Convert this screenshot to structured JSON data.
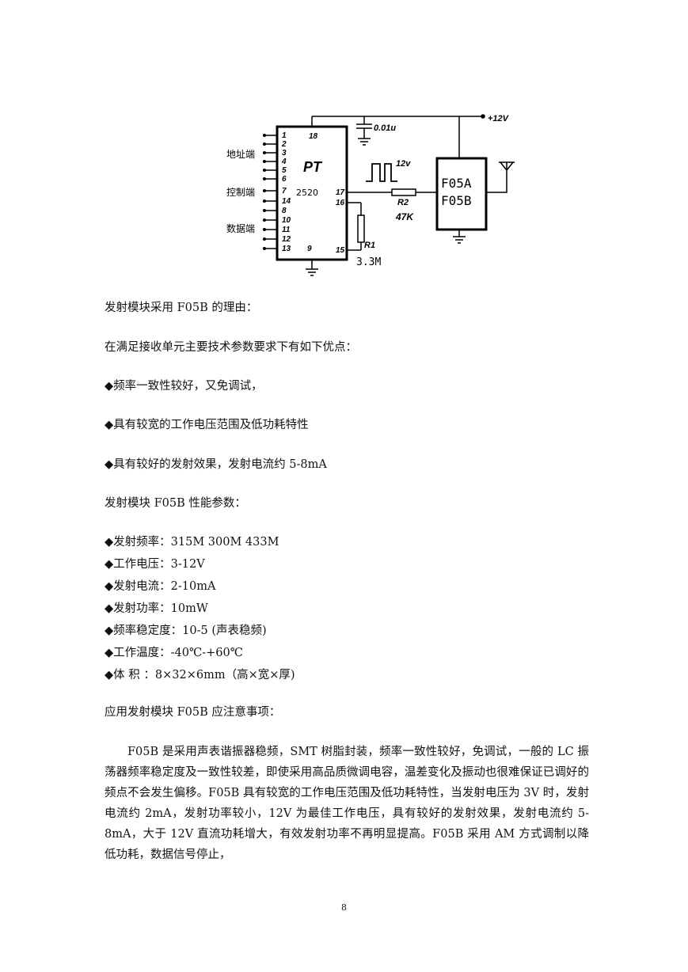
{
  "circuit": {
    "chip_name": "PT",
    "chip_model": "2520",
    "capacitor": "0.01u",
    "supply": "+12V",
    "pulse_label": "12v",
    "r2_name": "R2",
    "r2_value": "47K",
    "r1_name": "R1",
    "r1_value": "3.3M",
    "module_line1": "F05A",
    "module_line2": "F05B",
    "label_address": "地址端",
    "label_control": "控制端",
    "label_data": "数据端",
    "left_pins": [
      "1",
      "2",
      "3",
      "4",
      "5",
      "6",
      "7",
      "14",
      "8",
      "10",
      "11",
      "12",
      "13"
    ],
    "pin_18": "18",
    "pin_17": "17",
    "pin_16": "16",
    "pin_9": "9",
    "pin_15": "15"
  },
  "text": {
    "reason_heading": "发射模块采用 F05B 的理由：",
    "advantages_intro": "在满足接收单元主要技术参数要求下有如下优点：",
    "adv1": "◆频率一致性较好，又免调试，",
    "adv2": "◆具有较宽的工作电压范围及低功耗特性",
    "adv3": "◆具有较好的发射效果，发射电流约 5-8mA",
    "params_heading": "发射模块 F05B 性能参数：",
    "p1": "◆发射频率：315M 300M 433M",
    "p2": "◆工作电压：3-12V",
    "p3": "◆发射电流：2-10mA",
    "p4": "◆发射功率：10mW",
    "p5": "◆频率稳定度：10-5  (声表稳频)",
    "p6": "◆工作温度：-40℃-+60℃",
    "p7": "◆体  积  ：8×32×6mm（高×宽×厚)",
    "notes_heading": "应用发射模块 F05B 应注意事项：",
    "notes_paragraph": "F05B 是采用声表谐振器稳频，SMT 树脂封装，频率一致性较好，免调试，一般的 LC 振荡器频率稳定度及一致性较差，即使采用高品质微调电容，温差变化及振动也很难保证已调好的频点不会发生偏移。F05B 具有较宽的工作电压范围及低功耗特性，当发射电压为 3V 时，发射电流约 2mA，发射功率较小，12V 为最佳工作电压，具有较好的发射效果，发射电流约 5-8mA，大于 12V 直流功耗增大，有效发射功率不再明显提高。F05B 采用 AM 方式调制以降低功耗，数据信号停止，"
  },
  "page_number": "8"
}
